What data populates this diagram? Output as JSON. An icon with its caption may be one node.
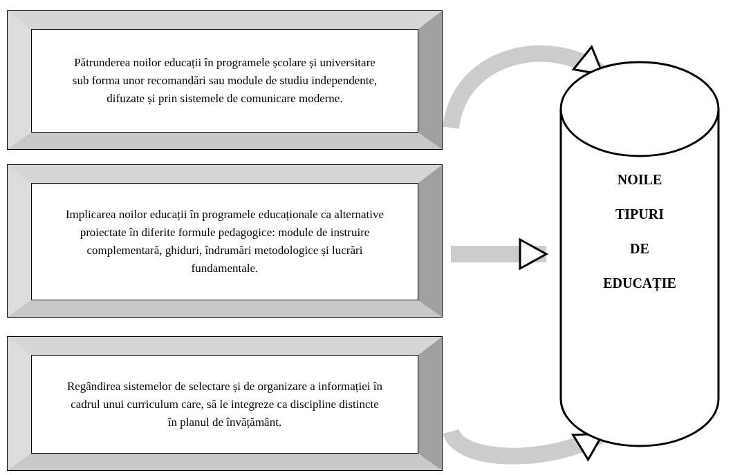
{
  "diagram": {
    "nodes": [
      {
        "text": [
          "Pătrunderea noilor educații în programele școlare și universitare sub forma unor recomandări sau module de studiu independente, difuzate și prin sistemele de comunicare moderne."
        ]
      },
      {
        "text": [
          "Implicarea noilor educații în programele educaționale ca alternative proiectate în diferite formule pedagogice: module de instruire complementară, ghiduri, îndrumări metodologice și lucrări fundamentale."
        ]
      },
      {
        "text": [
          "Regândirea sistemelor de selectare și de organizare a informației în cadrul unui curriculum care, să le integreze ca discipline distincte în planul de învățământ."
        ]
      },
      {
        "text": [
          "NOILE",
          "TIPURI",
          "DE",
          "EDUCAȚIE"
        ]
      }
    ],
    "edges": [
      {
        "from": 0,
        "to": 3,
        "arrow": "to"
      },
      {
        "from": 1,
        "to": 3,
        "arrow": "to"
      },
      {
        "from": 2,
        "to": 3,
        "arrow": "to"
      }
    ]
  }
}
